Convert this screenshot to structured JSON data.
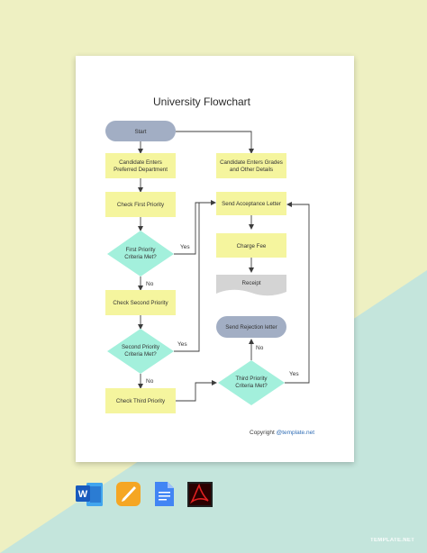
{
  "title": "University Flowchart",
  "nodes": {
    "start": "Start",
    "candidate_department": [
      "Candidate Enters",
      "Preferred Department"
    ],
    "candidate_grades": [
      "Candidate Enters Grades",
      "and Other Details"
    ],
    "check_first": "Check First Priority",
    "send_acceptance": "Send Acceptance Letter",
    "first_criteria": [
      "First Priority",
      "Criteria Met?"
    ],
    "charge_fee": "Charge Fee",
    "receipt": "Receipt",
    "check_second": "Check Second Priority",
    "send_rejection": "Send Rejection letter",
    "second_criteria": [
      "Second Priority",
      "Criteria Met?"
    ],
    "third_criteria": [
      "Third Priority",
      "Criteria Met?"
    ],
    "check_third": "Check Third Priority"
  },
  "edge_labels": {
    "first_yes": "Yes",
    "first_no": "No",
    "second_yes": "Yes",
    "second_no": "No",
    "third_yes": "Yes",
    "third_no": "No"
  },
  "copyright": {
    "prefix": "Copyright ",
    "link": "@template.net"
  },
  "watermark": "TEMPLATE.NET",
  "app_icons": [
    "word-icon",
    "pages-icon",
    "google-docs-icon",
    "pdf-icon"
  ],
  "colors": {
    "background_yellow": "#eef0c2",
    "background_teal": "#c4e5dc",
    "process_box": "#f5f59e",
    "decision_diamond": "#a3f0dc",
    "terminal_oval": "#a2aec4",
    "receipt_box": "#d4d4d4",
    "line": "#3d3d3d"
  }
}
